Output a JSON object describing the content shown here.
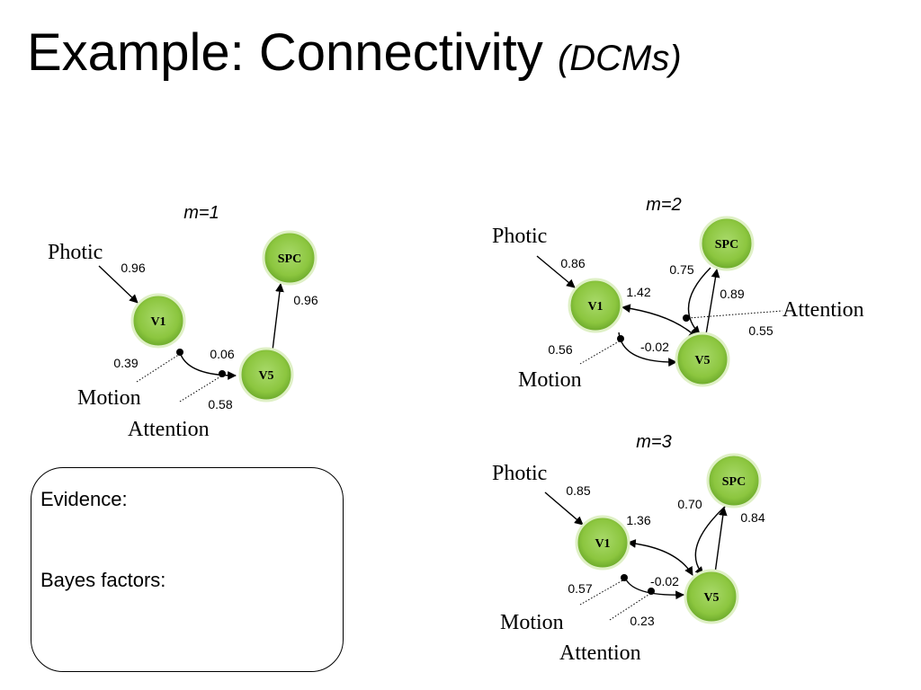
{
  "title": {
    "main": "Example: Connectivity",
    "sub": "(DCMs)"
  },
  "models": [
    {
      "label": "m=1",
      "nodes": {
        "V1": "V1",
        "V5": "V5",
        "SPC": "SPC"
      },
      "inputs": {
        "photic": "Photic",
        "motion": "Motion",
        "attention": "Attention"
      },
      "values": [
        "0.96",
        "0.96",
        "0.06",
        "0.39",
        "0.58"
      ]
    },
    {
      "label": "m=2",
      "nodes": {
        "V1": "V1",
        "V5": "V5",
        "SPC": "SPC"
      },
      "inputs": {
        "photic": "Photic",
        "motion": "Motion",
        "attention": "Attention"
      },
      "values": [
        "0.86",
        "1.42",
        "0.75",
        "0.89",
        "0.55",
        "0.56",
        "-0.02"
      ]
    },
    {
      "label": "m=3",
      "nodes": {
        "V1": "V1",
        "V5": "V5",
        "SPC": "SPC"
      },
      "inputs": {
        "photic": "Photic",
        "motion": "Motion",
        "attention": "Attention"
      },
      "values": [
        "0.85",
        "1.36",
        "0.70",
        "0.84",
        "0.57",
        "-0.02",
        "0.23"
      ]
    }
  ],
  "evidence": {
    "label1": "Evidence:",
    "label2": "Bayes factors:"
  },
  "colors": {
    "node_fill": "#8cc63f",
    "node_stroke": "#d4ecb0",
    "text": "#000000"
  }
}
